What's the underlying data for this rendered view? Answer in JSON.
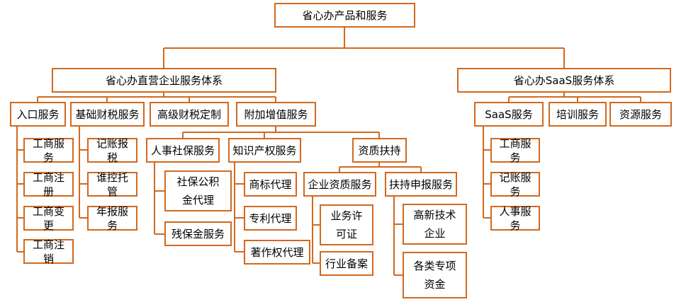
{
  "diagram": {
    "line_color": "#d2691e",
    "box_border_color": "#d2691e",
    "root": "省心办产品和服务",
    "direct_system": {
      "title": "省心办直营企业服务体系",
      "entry": {
        "title": "入口服务",
        "items": [
          "工商服务",
          "工商注册",
          "工商变更",
          "工商注销"
        ]
      },
      "finance_tax": {
        "title": "基础财税服务",
        "items": [
          "记账报税",
          "谁控托管",
          "年报服务"
        ]
      },
      "advanced": {
        "title": "高级财税定制"
      },
      "value_added": {
        "title": "附加增值服务",
        "hr": {
          "title": "人事社保服务",
          "items": [
            "社保公积金代理",
            "残保金服务"
          ]
        },
        "ip": {
          "title": "知识产权服务",
          "items": [
            "商标代理",
            "专利代理",
            "著作权代理"
          ]
        },
        "qualification": {
          "title": "资质扶持",
          "enterprise": {
            "title": "企业资质服务",
            "items": [
              "业务许可证",
              "行业备案"
            ]
          },
          "support": {
            "title": "扶持申报服务",
            "items": [
              "高新技术企业",
              "各类专项资金"
            ]
          }
        }
      }
    },
    "saas_system": {
      "title": "省心办SaaS服务体系",
      "saas": {
        "title": "SaaS服务",
        "items": [
          "工商服务",
          "记账服务",
          "人事服务"
        ]
      },
      "training": {
        "title": "培训服务"
      },
      "resources": {
        "title": "资源服务"
      }
    }
  }
}
